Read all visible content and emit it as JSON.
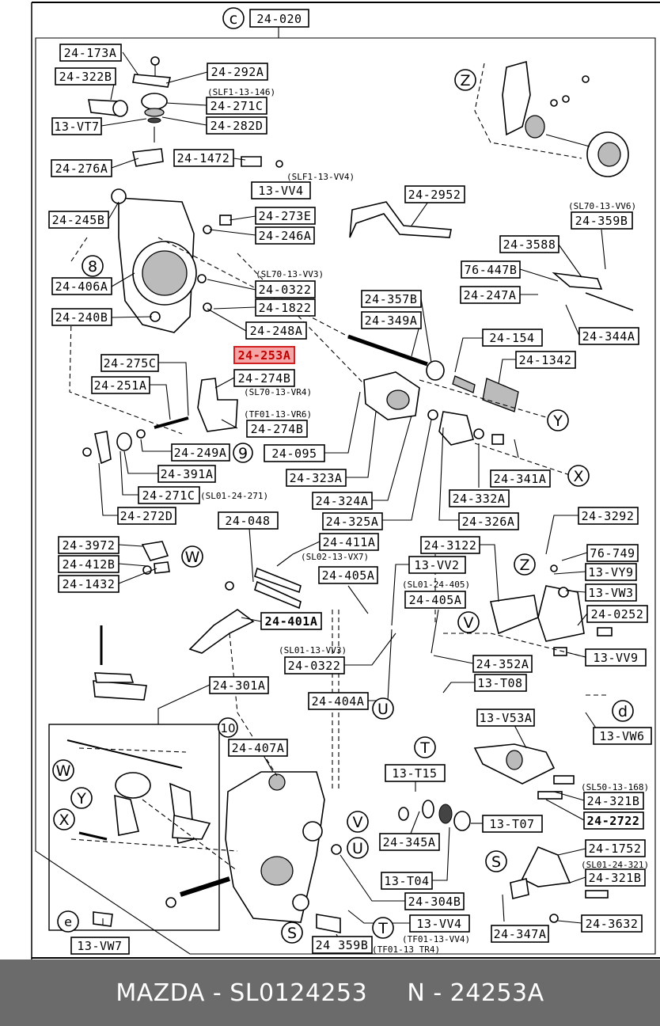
{
  "diagram": {
    "header_circle": "c",
    "header_ref": "24-020",
    "labels": [
      "24-173A",
      "24-322B",
      "13-VT7",
      "24-292A",
      "24-271C",
      "24-282D",
      "24-276A",
      "24-1472",
      "13-VV4",
      "24-245B",
      "24-273E",
      "24-246A",
      "24-406A",
      "24-0322",
      "24-1822",
      "24-240B",
      "24-248A",
      "24-2952",
      "24-359B",
      "24-3588",
      "76-447B",
      "24-247A",
      "24-344A",
      "24-357B",
      "24-349A",
      "24-154",
      "24-1342",
      "24-253A",
      "24-275C",
      "24-274B",
      "24-251A",
      "24-274B",
      "24-249A",
      "24-095",
      "24-391A",
      "24-323A",
      "24-271C",
      "24-324A",
      "24-341A",
      "24-332A",
      "24-272D",
      "24-325A",
      "24-326A",
      "24-048",
      "24-3292",
      "24-3972",
      "24-411A",
      "24-3122",
      "76-749",
      "24-412B",
      "13-VY9",
      "24-1432",
      "13-VV2",
      "24-405A",
      "24-405A",
      "13-VW3",
      "24-401A",
      "24-0252",
      "24-0322",
      "24-352A",
      "13-VV9",
      "24-301A",
      "13-T08",
      "24-404A",
      "13-V53A",
      "13-VW6",
      "24-407A",
      "13-T15",
      "24-321B",
      "24-2722",
      "24-345A",
      "13-T07",
      "24-1752",
      "13-T04",
      "24-304B",
      "24-321B",
      "13-VV4",
      "24-347A",
      "24-3632",
      "13-VW7",
      "24 359B"
    ],
    "notes": [
      "(SLF1-13-146)",
      "(SLF1-13-VV4)",
      "(SL70-13-VV6)",
      "(SL70-13-VV3)",
      "(SL70-13-VR4)",
      "(TF01-13-VR6)",
      "(SL01-24-271)",
      "(SL02-13-VX7)",
      "(SL01-24-405)",
      "(SL01-13-VV3)",
      "(SL50-13-168)",
      "(SL01-24-321)",
      "(TF01-13-VV4)",
      "(TF01-13 TR4)"
    ],
    "callouts": [
      "Z",
      "8",
      "Y",
      "X",
      "9",
      "W",
      "Z",
      "V",
      "U",
      "d",
      "T",
      "10",
      "V",
      "U",
      "X",
      "Y",
      "W",
      "S",
      "e",
      "S",
      "T"
    ]
  },
  "highlight": {
    "part": "24-253A",
    "color": "#d02020"
  },
  "footer": {
    "brand": "MAZDA",
    "part_number": "SL0124253",
    "ref": "N - 24253A",
    "text": "MAZDA - SL0124253     N - 24253A"
  }
}
